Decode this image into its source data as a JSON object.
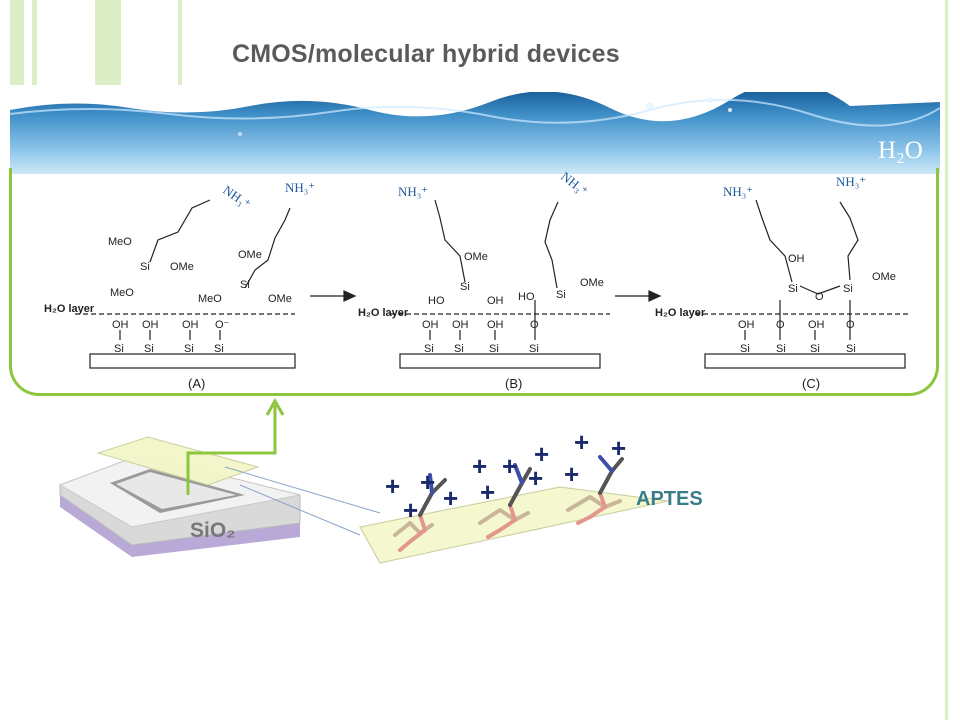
{
  "title": "CMOS/molecular hybrid devices",
  "water_label": "H₂O",
  "chem": {
    "nh3": "NH₃⁺",
    "h2o_layer": "H₂O layer",
    "si": "Si",
    "oh": "OH",
    "o": "O",
    "o_minus": "O⁻",
    "ome": "OMe",
    "meo": "MeO",
    "ho": "HO",
    "panels": [
      "(A)",
      "(B)",
      "(C)"
    ]
  },
  "device": {
    "substrate_label": "SiO₂",
    "molecule_label": "APTES",
    "charge_symbol": "+"
  },
  "colors": {
    "accent_green": "#8cc63e",
    "nh3_blue": "#1f5a9c",
    "plus_navy": "#1a2a6c",
    "aptes_teal": "#3a7d8a"
  }
}
